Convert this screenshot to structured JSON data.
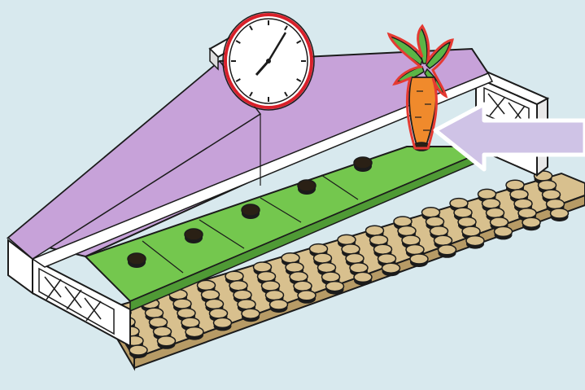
{
  "colors": {
    "background": "#d8e9ee",
    "roof": "#c7a2d9",
    "roof_light": "#dcc5ea",
    "roof_trim": "#ffffff",
    "grass": "#74c74e",
    "grass_light": "#8fd866",
    "baseplate": "#d8c08e",
    "baseplate_dark": "#b79b66",
    "stud_tan": "#2a2015",
    "outline": "#1b1b1b",
    "clock_rim": "#d8202a",
    "clock_face": "#ffffff",
    "carrot": "#f08a2c",
    "carrot_leaves": "#5bb546",
    "highlight": "#e53a32",
    "arrow": "#cfc3e6",
    "arrow_outline": "#ffffff"
  },
  "scene": {
    "description_icons": [
      "clock-icon",
      "carrot-icon",
      "pointer-arrow-icon"
    ],
    "green_stud_count": 5,
    "tan_stud_rows": 5,
    "tan_stud_columns": 16
  }
}
